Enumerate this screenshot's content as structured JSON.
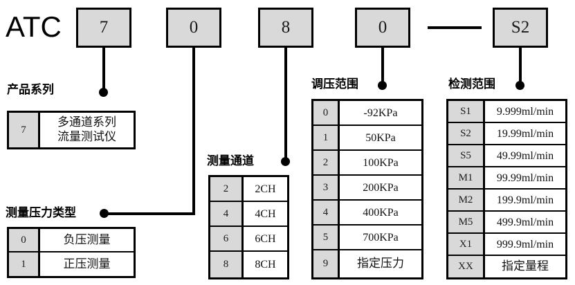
{
  "diagram": {
    "title_prefix": "ATC",
    "model_code_boxes": [
      {
        "name": "series-box",
        "value": "7"
      },
      {
        "name": "pressure-type-box",
        "value": "0"
      },
      {
        "name": "channel-box",
        "value": "8"
      },
      {
        "name": "pressure-range-box",
        "value": "0"
      },
      {
        "name": "range-box",
        "value": "S2"
      }
    ],
    "separator": "—"
  },
  "sections": {
    "product_series": {
      "caption": "产品系列",
      "rows": [
        {
          "code": "7",
          "desc": "多通道系列\n流量测试仪"
        }
      ]
    },
    "pressure_type": {
      "caption": "测量压力类型",
      "rows": [
        {
          "code": "0",
          "desc": "负压测量"
        },
        {
          "code": "1",
          "desc": "正压测量"
        }
      ]
    },
    "measure_channel": {
      "caption": "测量通道",
      "rows": [
        {
          "code": "2",
          "desc": "2CH"
        },
        {
          "code": "4",
          "desc": "4CH"
        },
        {
          "code": "6",
          "desc": "6CH"
        },
        {
          "code": "8",
          "desc": "8CH"
        }
      ]
    },
    "pressure_range": {
      "caption": "调压范围",
      "rows": [
        {
          "code": "0",
          "desc": "-92KPa"
        },
        {
          "code": "1",
          "desc": "50KPa"
        },
        {
          "code": "2",
          "desc": "100KPa"
        },
        {
          "code": "3",
          "desc": "200KPa"
        },
        {
          "code": "4",
          "desc": "400KPa"
        },
        {
          "code": "5",
          "desc": "700KPa"
        },
        {
          "code": "9",
          "desc": "指定压力"
        }
      ]
    },
    "detection_range": {
      "caption": "检测范围",
      "rows": [
        {
          "code": "S1",
          "desc": "9.999ml/min"
        },
        {
          "code": "S2",
          "desc": "19.99ml/min"
        },
        {
          "code": "S5",
          "desc": "49.99ml/min"
        },
        {
          "code": "M1",
          "desc": "99.99ml/min"
        },
        {
          "code": "M2",
          "desc": "199.9ml/min"
        },
        {
          "code": "M5",
          "desc": "499.9ml/min"
        },
        {
          "code": "X1",
          "desc": "999.9ml/min"
        },
        {
          "code": "XX",
          "desc": "指定量程"
        }
      ]
    }
  },
  "colors": {
    "line": "#000000",
    "code_cell_fill": "#d9d9d9",
    "desc_cell_fill": "#ffffff",
    "page_bg": "#ffffff"
  }
}
